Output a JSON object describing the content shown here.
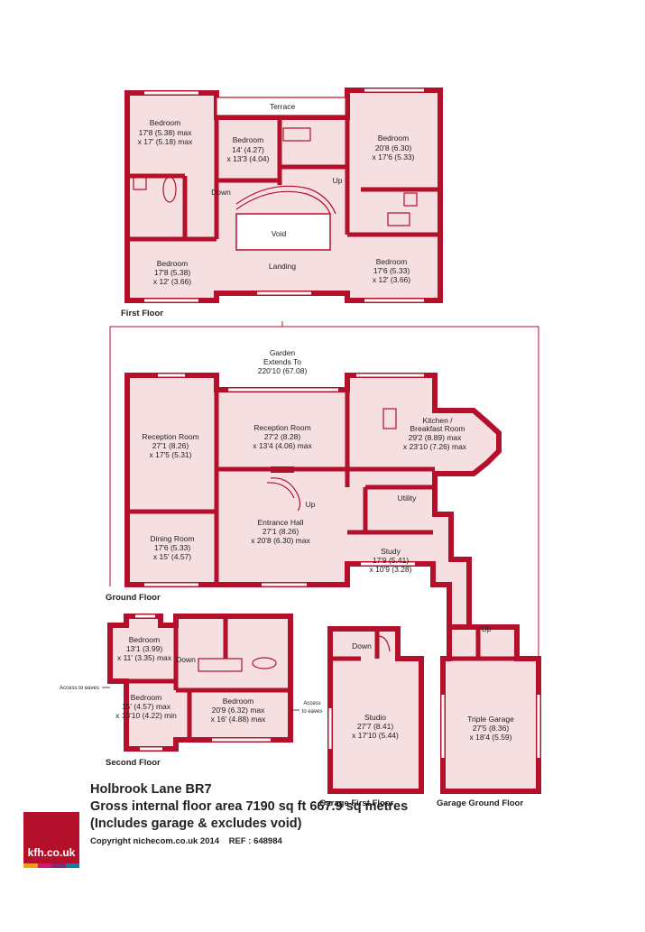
{
  "colors": {
    "wall": "#b4102b",
    "floor_fill": "#f5dfe1",
    "void_fill": "#ffffff"
  },
  "first_floor": {
    "title": "First Floor",
    "terrace": "Terrace",
    "bed1": [
      "Bedroom",
      "17'8 (5.38) max",
      "x 17' (5.18) max"
    ],
    "bed2": [
      "Bedroom",
      "14' (4.27)",
      "x 13'3 (4.04)"
    ],
    "bed3": [
      "Bedroom",
      "20'8 (6.30)",
      "x 17'6 (5.33)"
    ],
    "bed4": [
      "Bedroom",
      "17'8 (5.38)",
      "x 12' (3.66)"
    ],
    "bed5": [
      "Bedroom",
      "17'6 (5.33)",
      "x 12' (3.66)"
    ],
    "void": "Void",
    "landing": "Landing",
    "down": "Down",
    "up": "Up"
  },
  "ground_floor": {
    "title": "Ground Floor",
    "garden": [
      "Garden",
      "Extends To",
      "220'10 (67.08)"
    ],
    "reception1": [
      "Reception Room",
      "27'1 (8.26)",
      "x 17'5 (5.31)"
    ],
    "reception2": [
      "Reception Room",
      "27'2 (8.28)",
      "x 13'4 (4.06) max"
    ],
    "kitchen": [
      "Kitchen /",
      "Breakfast Room",
      "29'2 (8.89) max",
      "x 23'10 (7.26) max"
    ],
    "utility": "Utility",
    "dining": [
      "Dining Room",
      "17'6 (5.33)",
      "x 15' (4.57)"
    ],
    "hall": [
      "Entrance Hall",
      "27'1 (8.26)",
      "x 20'8 (6.30) max"
    ],
    "study": [
      "Study",
      "17'9 (5.41)",
      "x 10'9 (3.28)"
    ],
    "up": "Up"
  },
  "second_floor": {
    "title": "Second Floor",
    "bed1": [
      "Bedroom",
      "13'1 (3.99)",
      "x 11' (3.35) max"
    ],
    "bed2": [
      "Bedroom",
      "15' (4.57) max",
      "x 13'10 (4.22) min"
    ],
    "bed3": [
      "Bedroom",
      "20'9 (6.32) max",
      "x 16' (4.88) max"
    ],
    "eaves_left": "Access to eaves",
    "eaves_right": [
      "Access",
      "to eaves"
    ],
    "down": "Down"
  },
  "garage_first_floor": {
    "title": "Garage First Floor",
    "studio": [
      "Studio",
      "27'7 (8.41)",
      "x 17'10 (5.44)"
    ],
    "down": "Down"
  },
  "garage_ground_floor": {
    "title": "Garage Ground Floor",
    "garage": [
      "Triple Garage",
      "27'5 (8.36)",
      "x 18'4 (5.59)"
    ],
    "up": "Up"
  },
  "footer": {
    "line1": "Holbrook Lane BR7",
    "line2": "Gross internal floor area 7190 sq ft 667.9 sq metres",
    "line3": "(Includes garage & excludes void)",
    "copyright": "Copyright nichecom.co.uk 2014",
    "ref": "REF : 648984"
  },
  "logo": {
    "text": "kfh.co.uk",
    "stripe_colors": [
      "#e7a500",
      "#d3177a",
      "#7b2a82",
      "#0a7fb4"
    ]
  }
}
